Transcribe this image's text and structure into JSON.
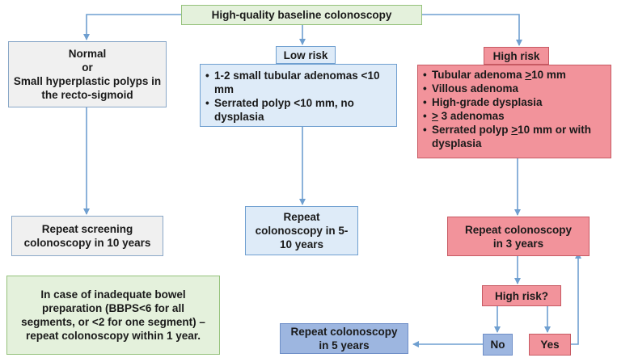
{
  "title": "High-quality baseline colonoscopy",
  "normal": {
    "lines": [
      "Normal",
      "or",
      "Small hyperplastic polyps in",
      "the recto-sigmoid"
    ],
    "outcome": [
      "Repeat screening",
      "colonoscopy in 10 years"
    ]
  },
  "low_risk": {
    "label": "Low risk",
    "items": [
      [
        "1-2 small tubular adenomas <10",
        "mm"
      ],
      [
        "Serrated polyp <10 mm, no",
        "dysplasia"
      ]
    ],
    "outcome": [
      "Repeat",
      "colonoscopy in 5-",
      "10 years"
    ]
  },
  "high_risk": {
    "label": "High risk",
    "items": [
      {
        "pre": "Tubular adenoma ",
        "sym": ">",
        "post": "10 mm"
      },
      {
        "pre": "Villous adenoma",
        "sym": "",
        "post": ""
      },
      {
        "pre": "High-grade dysplasia",
        "sym": "",
        "post": ""
      },
      {
        "pre": "",
        "sym": ">",
        "post": " 3 adenomas"
      },
      {
        "pre": "Serrated polyp ",
        "sym": ">",
        "post": "10 mm or with"
      },
      {
        "pre": "dysplasia",
        "sym": "",
        "post": ""
      }
    ],
    "outcome": [
      "Repeat colonoscopy",
      "in 3 years"
    ],
    "question": "High risk?",
    "no": "No",
    "yes": "Yes",
    "no_outcome": [
      "Repeat colonoscopy",
      "in 5 years"
    ]
  },
  "note": [
    "In case of inadequate bowel",
    "preparation (BBPS<6 for all",
    "segments, or <2 for one segment) –",
    "repeat colonoscopy within 1 year."
  ],
  "colors": {
    "arrow": "#6f9fd0",
    "high_risk": "#f2939b",
    "low_risk": "#deebf8",
    "note": "#e4f1dc"
  }
}
